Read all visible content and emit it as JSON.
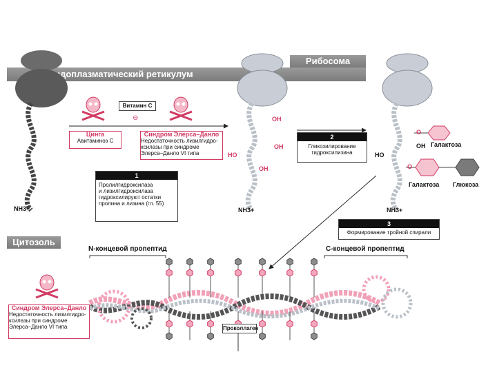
{
  "ribosome_label": "Рибосома",
  "er_label": "Эндоплазматический ретикулум",
  "cytosol_label": "Цитозоль",
  "vitamin_label": "Витамин С",
  "inhibit_symbol": "⊖",
  "scurvy_box": {
    "title": "Цинга",
    "body": "Авитаминоз С"
  },
  "eds_box_top": {
    "title": "Синдром Элерса–Данло",
    "line1": "Недостаточность лизилгидро-",
    "line2": "ксилазы при синдроме",
    "line3": "Элерса–Данло VI типа"
  },
  "step1": {
    "number": "1",
    "line1": "Пролилгидроксилаза",
    "line2": "и лизилгидроксилаза",
    "line3": "гидроксилируют остатки",
    "line4": "пролина и лизина (гл. 55)"
  },
  "step2": {
    "number": "2",
    "line1": "Гликозилирование",
    "line2": "гидроксилизина"
  },
  "step3": {
    "number": "3",
    "line1": "Формирование тройной спирали"
  },
  "nh3_label": "NH3+",
  "oh": "OH",
  "ho": "HO",
  "o": "O",
  "galactose": "Галактоза",
  "glucose": "Глюкоза",
  "n_propeptide": "N-концевой пропептид",
  "c_propeptide": "С-концевой пропептид",
  "procollagen": "Проколлаген",
  "eds_box_bottom": {
    "title": "Синдром Элерса–Данло",
    "line1": "Недостаточность лизилгидро-",
    "line2": "ксилазы при синдроме",
    "line3": "Элерса–Данло VI типа"
  },
  "colors": {
    "pink": "#f2a7bd",
    "pink_dark": "#d23a63",
    "gray": "#8d8d8d",
    "dark": "#4a4a4a"
  }
}
